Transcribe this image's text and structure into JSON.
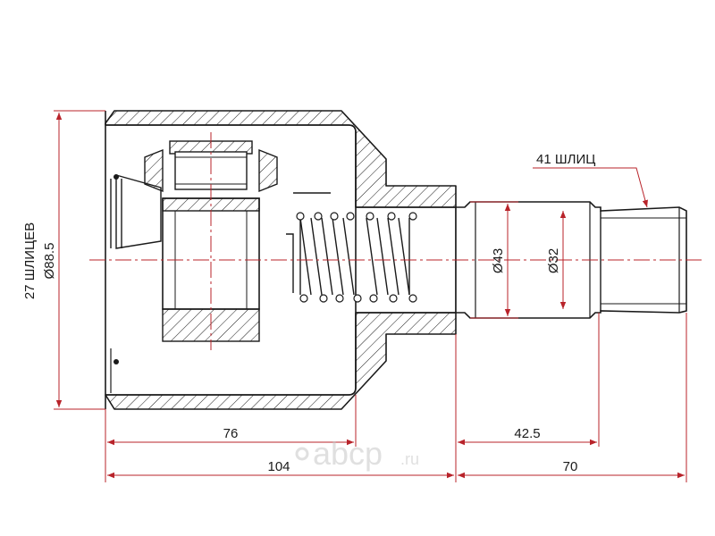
{
  "part": {
    "dims": {
      "length_inner": "76",
      "length_body": "104",
      "length_shaft_to_spline": "42.5",
      "length_shaft": "70",
      "dia_shaft_step": "Ø43",
      "dia_shaft": "Ø32",
      "dia_housing": "Ø88.5",
      "splines_housing": "27 ШЛИЦЕВ",
      "splines_shaft": "41 ШЛИЦ"
    }
  },
  "watermark": {
    "name": "abcp",
    "suffix": ".ru"
  },
  "colors": {
    "outline": "#1a1a1a",
    "dimension": "#b8232a",
    "centerline": "#b8232a",
    "watermark": "#c8c8c8",
    "background": "#ffffff"
  }
}
